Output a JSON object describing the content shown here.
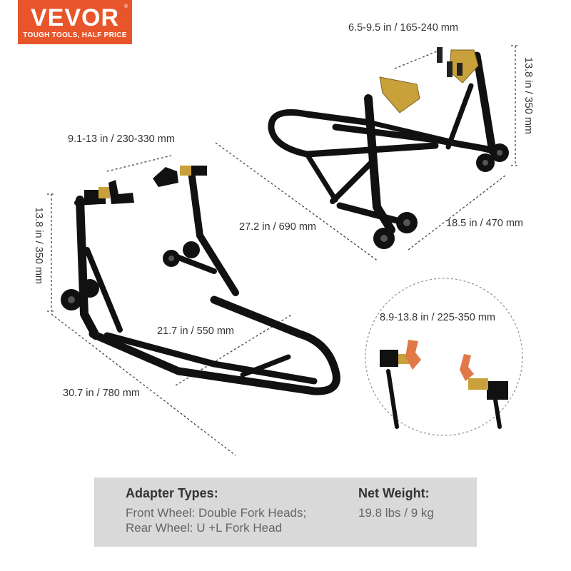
{
  "logo": {
    "brand": "VEVOR",
    "tagline": "TOUGH TOOLS, HALF PRICE",
    "reg_mark": "®"
  },
  "dimensions": {
    "front_adapter_spacing": "6.5-9.5 in / 165-240 mm",
    "front_height": "13.8 in / 350 mm",
    "front_length": "27.2 in / 690 mm",
    "front_width": "18.5 in / 470 mm",
    "rear_adapter_spacing": "9.1-13 in / 230-330 mm",
    "rear_height": "13.8 in / 350 mm",
    "rear_inner_width": "21.7 in / 550 mm",
    "rear_length": "30.7 in / 780 mm",
    "detail_spacing": "8.9-13.8 in / 225-350 mm"
  },
  "specs": {
    "adapter_heading": "Adapter Types:",
    "adapter_line1": "Front Wheel: Double Fork Heads;",
    "adapter_line2": "Rear Wheel: U +L Fork Head",
    "weight_heading": "Net Weight:",
    "weight_value": "19.8 lbs / 9 kg"
  },
  "colors": {
    "brand": "#e8552b",
    "spec_bg": "#d9d9d9",
    "frame": "#111111",
    "adapter": "#c9a13a"
  }
}
